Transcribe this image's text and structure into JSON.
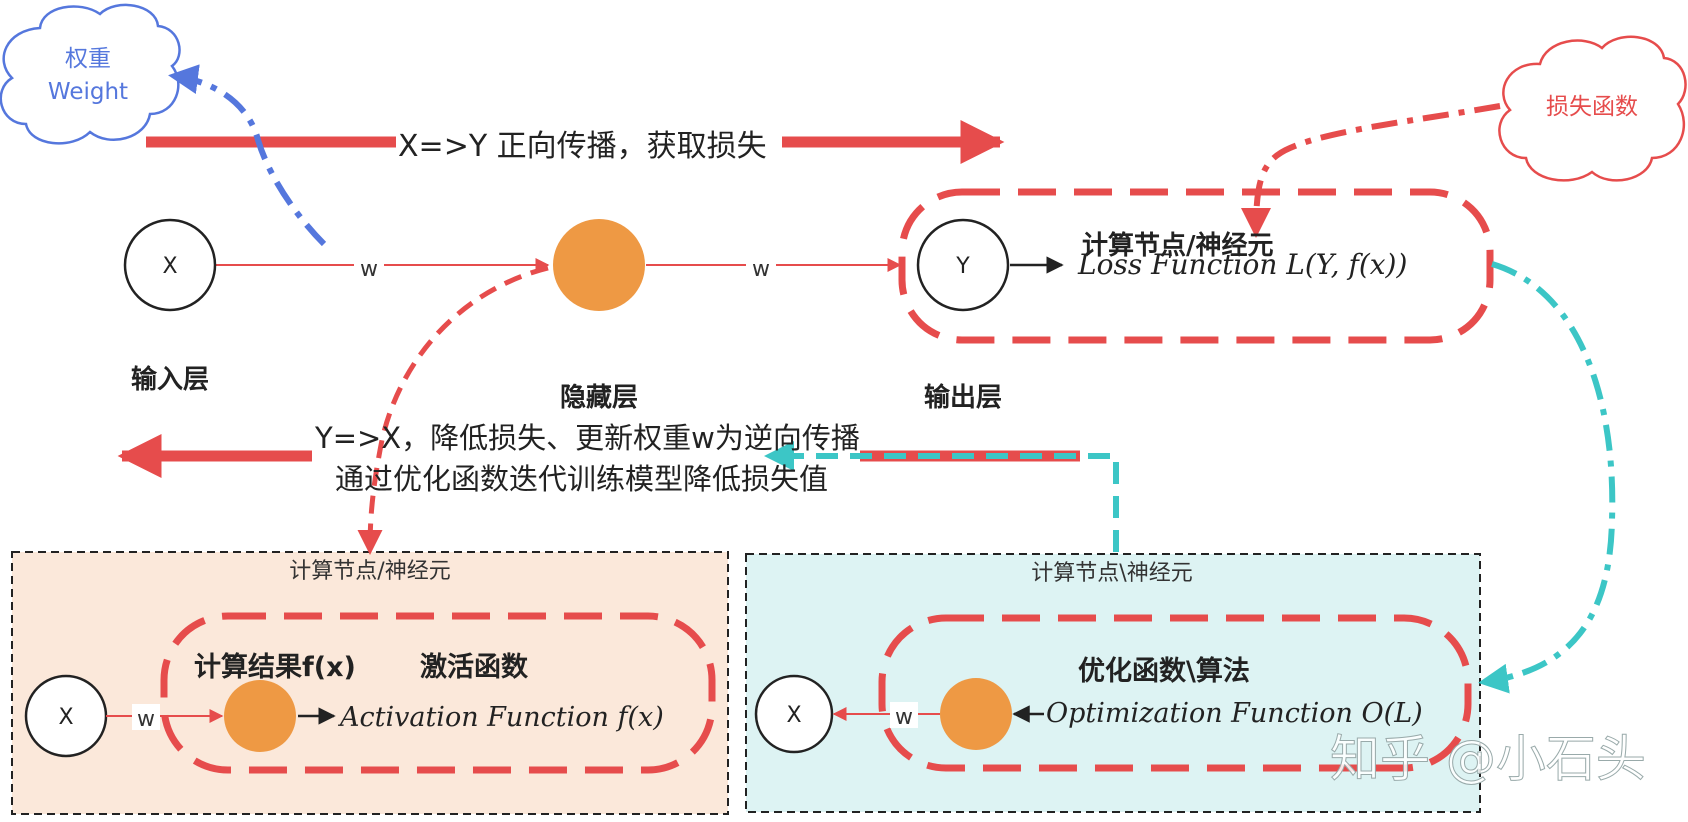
{
  "clouds": {
    "weight": {
      "line1": "权重",
      "line2": "Weight"
    },
    "loss": {
      "label": "损失函数"
    }
  },
  "forward": {
    "label": "X=>Y 正向传播，获取损失"
  },
  "backward": {
    "line1": "Y=>X，降低损失、更新权重w为逆向传播",
    "line2": "通过优化函数迭代训练模型降低损失值"
  },
  "top_network": {
    "input_node": "X",
    "weight1": "w",
    "weight2": "w",
    "output_node": "Y",
    "input_layer": "输入层",
    "hidden_layer": "隐藏层",
    "output_layer": "输出层",
    "compute_node": "计算节点/神经元",
    "loss_formula": "Loss Function L(Y, f(x))"
  },
  "activation_panel": {
    "title": "计算节点/神经元",
    "input_node": "X",
    "weight": "w",
    "result_label": "计算结果f(x)",
    "activation_label": "激活函数",
    "formula": "Activation Function f(x)"
  },
  "optimization_panel": {
    "title": "计算节点\\神经元",
    "output_node": "X",
    "weight": "w",
    "label": "优化函数\\算法",
    "formula": "Optimization Function O(L)"
  },
  "watermark": "知乎 @小石头",
  "colors": {
    "red": "#e64c4c",
    "blue": "#5577dd",
    "teal": "#3cc6c6",
    "orange": "#ee9944",
    "panel_left_bg": "#fbe8da",
    "panel_right_bg": "#ddf3f3"
  }
}
